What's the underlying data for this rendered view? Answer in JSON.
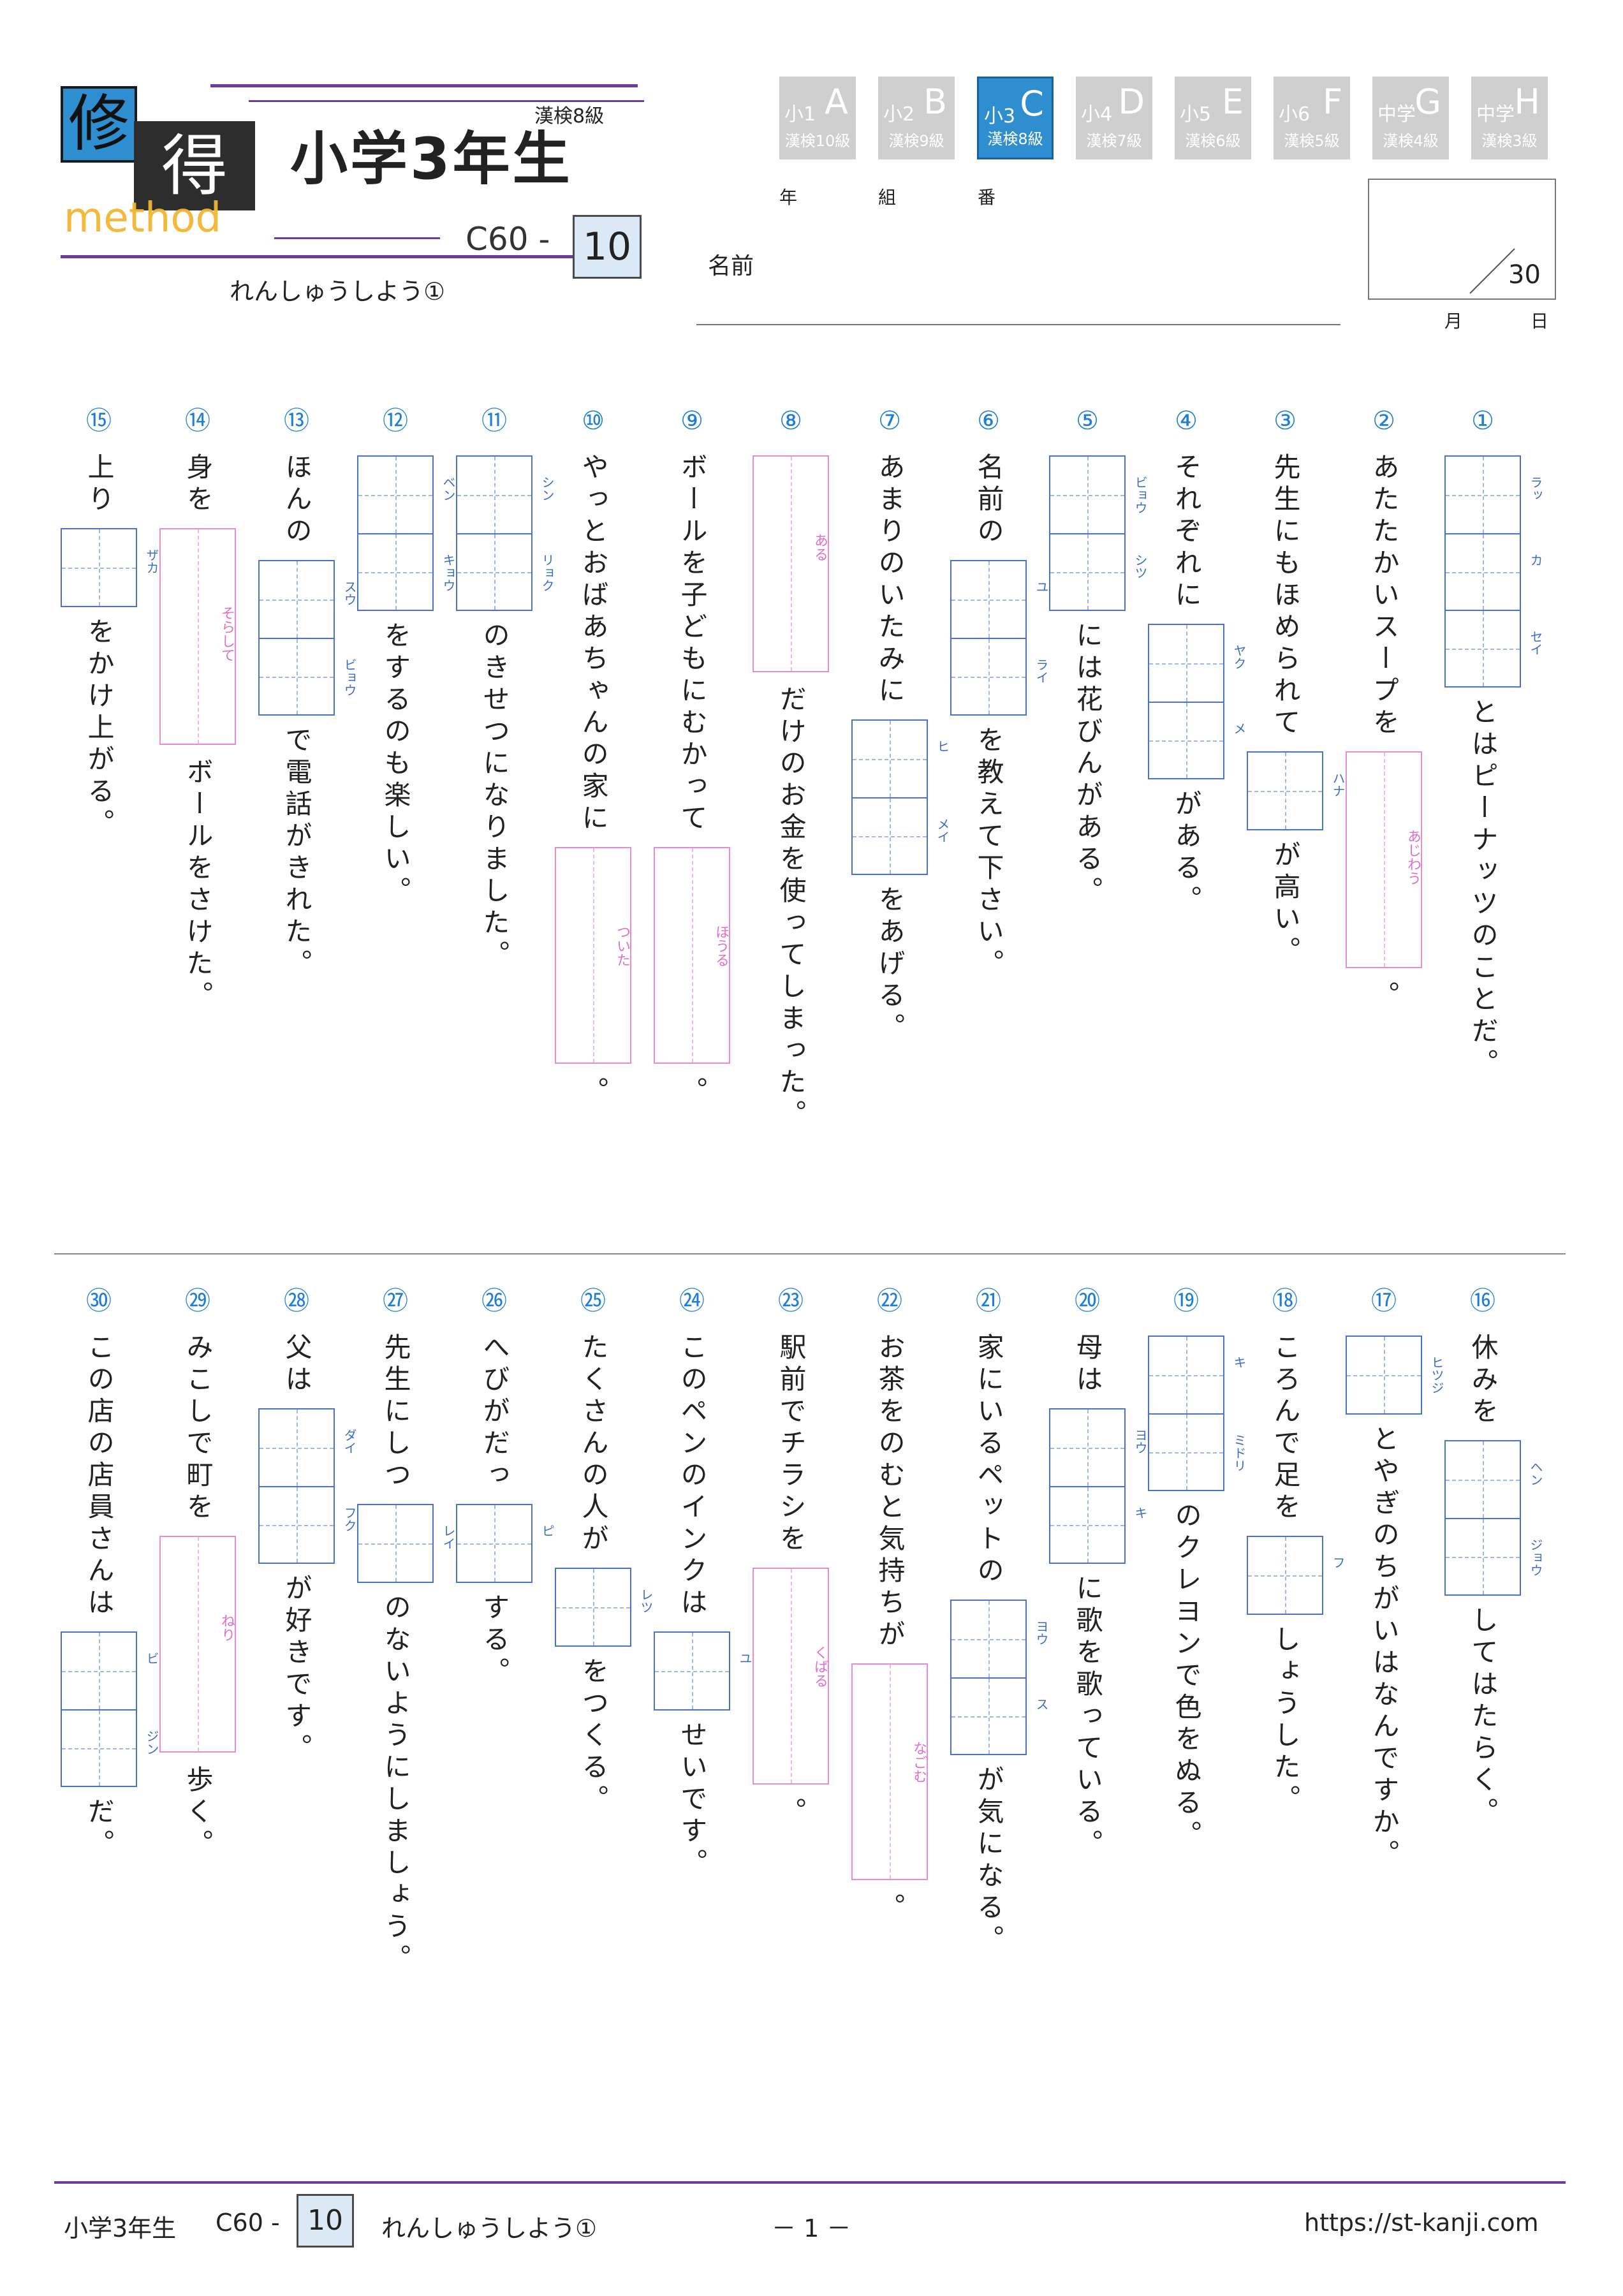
{
  "header": {
    "logo_char1": "修",
    "logo_char2": "得",
    "logo_word": "method",
    "grade_title": "小学3年生",
    "kanken": "漢検8級",
    "code_prefix": "C60 -",
    "code_number": "10",
    "practice_title": "れんしゅうしよう①"
  },
  "levels": [
    {
      "grade": "小1",
      "letter": "A",
      "kyu": "漢検10級",
      "active": false
    },
    {
      "grade": "小2",
      "letter": "B",
      "kyu": "漢検9級",
      "active": false
    },
    {
      "grade": "小3",
      "letter": "C",
      "kyu": "漢検8級",
      "active": true
    },
    {
      "grade": "小4",
      "letter": "D",
      "kyu": "漢検7級",
      "active": false
    },
    {
      "grade": "小5",
      "letter": "E",
      "kyu": "漢検6級",
      "active": false
    },
    {
      "grade": "小6",
      "letter": "F",
      "kyu": "漢検5級",
      "active": false
    },
    {
      "grade": "中学",
      "letter": "G",
      "kyu": "漢検4級",
      "active": false
    },
    {
      "grade": "中学",
      "letter": "H",
      "kyu": "漢検3級",
      "active": false
    }
  ],
  "student": {
    "year_label": "年",
    "class_label": "組",
    "number_label": "番",
    "name_label": "名前",
    "month_label": "月",
    "day_label": "日",
    "score_total": "30"
  },
  "colors": {
    "accent": "#2f8ed0",
    "purple": "#6d3c9c",
    "kanji_box": "#4a73c8",
    "hiragana_box": "#e58cd4"
  },
  "questions": [
    {
      "num": "①",
      "parts": [
        {
          "t": "box",
          "kana": [
            "ラッ",
            "カ",
            "セイ"
          ]
        },
        {
          "t": "text",
          "v": "とはピーナッツのことだ。"
        }
      ]
    },
    {
      "num": "②",
      "parts": [
        {
          "t": "text",
          "v": "あたたかいスープを"
        },
        {
          "t": "hbox",
          "kana": "あじわう",
          "len": 5
        },
        {
          "t": "text",
          "v": "。"
        }
      ]
    },
    {
      "num": "③",
      "parts": [
        {
          "t": "text",
          "v": "先生にもほめられて"
        },
        {
          "t": "box",
          "kana": [
            "ハナ"
          ]
        },
        {
          "t": "text",
          "v": "が高い。"
        }
      ]
    },
    {
      "num": "④",
      "parts": [
        {
          "t": "text",
          "v": "それぞれに"
        },
        {
          "t": "box",
          "kana": [
            "ヤク",
            "メ"
          ]
        },
        {
          "t": "text",
          "v": "がある。"
        }
      ]
    },
    {
      "num": "⑤",
      "parts": [
        {
          "t": "box",
          "kana": [
            "ビョウ",
            "シツ"
          ]
        },
        {
          "t": "text",
          "v": "には花びんがある。"
        }
      ]
    },
    {
      "num": "⑥",
      "parts": [
        {
          "t": "text",
          "v": "名前の"
        },
        {
          "t": "box",
          "kana": [
            "ユ",
            "ライ"
          ]
        },
        {
          "t": "text",
          "v": "を教えて下さい。"
        }
      ]
    },
    {
      "num": "⑦",
      "parts": [
        {
          "t": "text",
          "v": "あまりのいたみに"
        },
        {
          "t": "box",
          "kana": [
            "ヒ",
            "メイ"
          ]
        },
        {
          "t": "text",
          "v": "をあげる。"
        }
      ]
    },
    {
      "num": "⑧",
      "parts": [
        {
          "t": "hbox",
          "kana": "ある",
          "len": 5
        },
        {
          "t": "text",
          "v": "だけのお金を使ってしまった。"
        }
      ]
    },
    {
      "num": "⑨",
      "parts": [
        {
          "t": "text",
          "v": "ボールを子どもにむかって"
        },
        {
          "t": "hbox",
          "kana": "ほうる",
          "len": 5
        },
        {
          "t": "text",
          "v": "。"
        }
      ]
    },
    {
      "num": "⑩",
      "parts": [
        {
          "t": "text",
          "v": "やっとおばあちゃんの家に"
        },
        {
          "t": "hbox",
          "kana": "ついた",
          "len": 5
        },
        {
          "t": "text",
          "v": "。"
        }
      ]
    },
    {
      "num": "⑪",
      "parts": [
        {
          "t": "box",
          "kana": [
            "シン",
            "リョク"
          ]
        },
        {
          "t": "text",
          "v": "のきせつになりました。"
        }
      ]
    },
    {
      "num": "⑫",
      "parts": [
        {
          "t": "box",
          "kana": [
            "ベン",
            "キョウ"
          ]
        },
        {
          "t": "text",
          "v": "をするのも楽しい。"
        }
      ]
    },
    {
      "num": "⑬",
      "parts": [
        {
          "t": "text",
          "v": "ほんの"
        },
        {
          "t": "box",
          "kana": [
            "スウ",
            "ビョウ"
          ]
        },
        {
          "t": "text",
          "v": "で電話がきれた。"
        }
      ]
    },
    {
      "num": "⑭",
      "parts": [
        {
          "t": "text",
          "v": "身を"
        },
        {
          "t": "hbox",
          "kana": "そらして",
          "len": 5
        },
        {
          "t": "text",
          "v": "ボールをさけた。"
        }
      ]
    },
    {
      "num": "⑮",
      "parts": [
        {
          "t": "text",
          "v": "上り"
        },
        {
          "t": "box",
          "kana": [
            "ザカ"
          ]
        },
        {
          "t": "text",
          "v": "をかけ上がる。"
        }
      ]
    },
    {
      "num": "⑯",
      "parts": [
        {
          "t": "text",
          "v": "休みを"
        },
        {
          "t": "box",
          "kana": [
            "ヘン",
            "ジョウ"
          ]
        },
        {
          "t": "text",
          "v": "してはたらく。"
        }
      ]
    },
    {
      "num": "⑰",
      "parts": [
        {
          "t": "box",
          "kana": [
            "ヒツジ"
          ]
        },
        {
          "t": "text",
          "v": "とやぎのちがいはなんですか。"
        }
      ]
    },
    {
      "num": "⑱",
      "parts": [
        {
          "t": "text",
          "v": "ころんで足を"
        },
        {
          "t": "box",
          "kana": [
            "フ"
          ]
        },
        {
          "t": "text",
          "v": "しょうした。"
        }
      ]
    },
    {
      "num": "⑲",
      "parts": [
        {
          "t": "box",
          "kana": [
            "キ",
            "ミドリ"
          ]
        },
        {
          "t": "text",
          "v": "のクレヨンで色をぬる。"
        }
      ]
    },
    {
      "num": "⑳",
      "parts": [
        {
          "t": "text",
          "v": "母は"
        },
        {
          "t": "box",
          "kana": [
            "ヨウ",
            "キ"
          ]
        },
        {
          "t": "text",
          "v": "に歌を歌っている。"
        }
      ]
    },
    {
      "num": "㉑",
      "parts": [
        {
          "t": "text",
          "v": "家にいるペットの"
        },
        {
          "t": "box",
          "kana": [
            "ヨウ",
            "ス"
          ]
        },
        {
          "t": "text",
          "v": "が気になる。"
        }
      ]
    },
    {
      "num": "㉒",
      "parts": [
        {
          "t": "text",
          "v": "お茶をのむと気持ちが"
        },
        {
          "t": "hbox",
          "kana": "なごむ",
          "len": 5
        },
        {
          "t": "text",
          "v": "。"
        }
      ]
    },
    {
      "num": "㉓",
      "parts": [
        {
          "t": "text",
          "v": "駅前でチラシを"
        },
        {
          "t": "hbox",
          "kana": "くばる",
          "len": 5
        },
        {
          "t": "text",
          "v": "。"
        }
      ]
    },
    {
      "num": "㉔",
      "parts": [
        {
          "t": "text",
          "v": "このペンのインクは"
        },
        {
          "t": "box",
          "kana": [
            "ユ"
          ]
        },
        {
          "t": "text",
          "v": "せいです。"
        }
      ]
    },
    {
      "num": "㉕",
      "parts": [
        {
          "t": "text",
          "v": "たくさんの人が"
        },
        {
          "t": "box",
          "kana": [
            "レツ"
          ]
        },
        {
          "t": "text",
          "v": "をつくる。"
        }
      ]
    },
    {
      "num": "㉖",
      "parts": [
        {
          "t": "text",
          "v": "へびがだっ"
        },
        {
          "t": "box",
          "kana": [
            "ピ"
          ]
        },
        {
          "t": "text",
          "v": "する。"
        }
      ]
    },
    {
      "num": "㉗",
      "parts": [
        {
          "t": "text",
          "v": "先生にしつ"
        },
        {
          "t": "box",
          "kana": [
            "レイ"
          ]
        },
        {
          "t": "text",
          "v": "のないようにしましょう。"
        }
      ]
    },
    {
      "num": "㉘",
      "parts": [
        {
          "t": "text",
          "v": "父は"
        },
        {
          "t": "box",
          "kana": [
            "ダイ",
            "フク"
          ]
        },
        {
          "t": "text",
          "v": "が好きです。"
        }
      ]
    },
    {
      "num": "㉙",
      "parts": [
        {
          "t": "text",
          "v": "みこしで町を"
        },
        {
          "t": "hbox",
          "kana": "ねり",
          "len": 5
        },
        {
          "t": "text",
          "v": "歩く。"
        }
      ]
    },
    {
      "num": "㉚",
      "parts": [
        {
          "t": "text",
          "v": "この店の店員さんは"
        },
        {
          "t": "box",
          "kana": [
            "ビ",
            "ジン"
          ]
        },
        {
          "t": "text",
          "v": "だ。"
        }
      ]
    }
  ],
  "footer": {
    "grade": "小学3年生",
    "code_prefix": "C60 -",
    "code_number": "10",
    "title": "れんしゅうしよう①",
    "page": "－ 1 －",
    "url": "https://st-kanji.com"
  }
}
